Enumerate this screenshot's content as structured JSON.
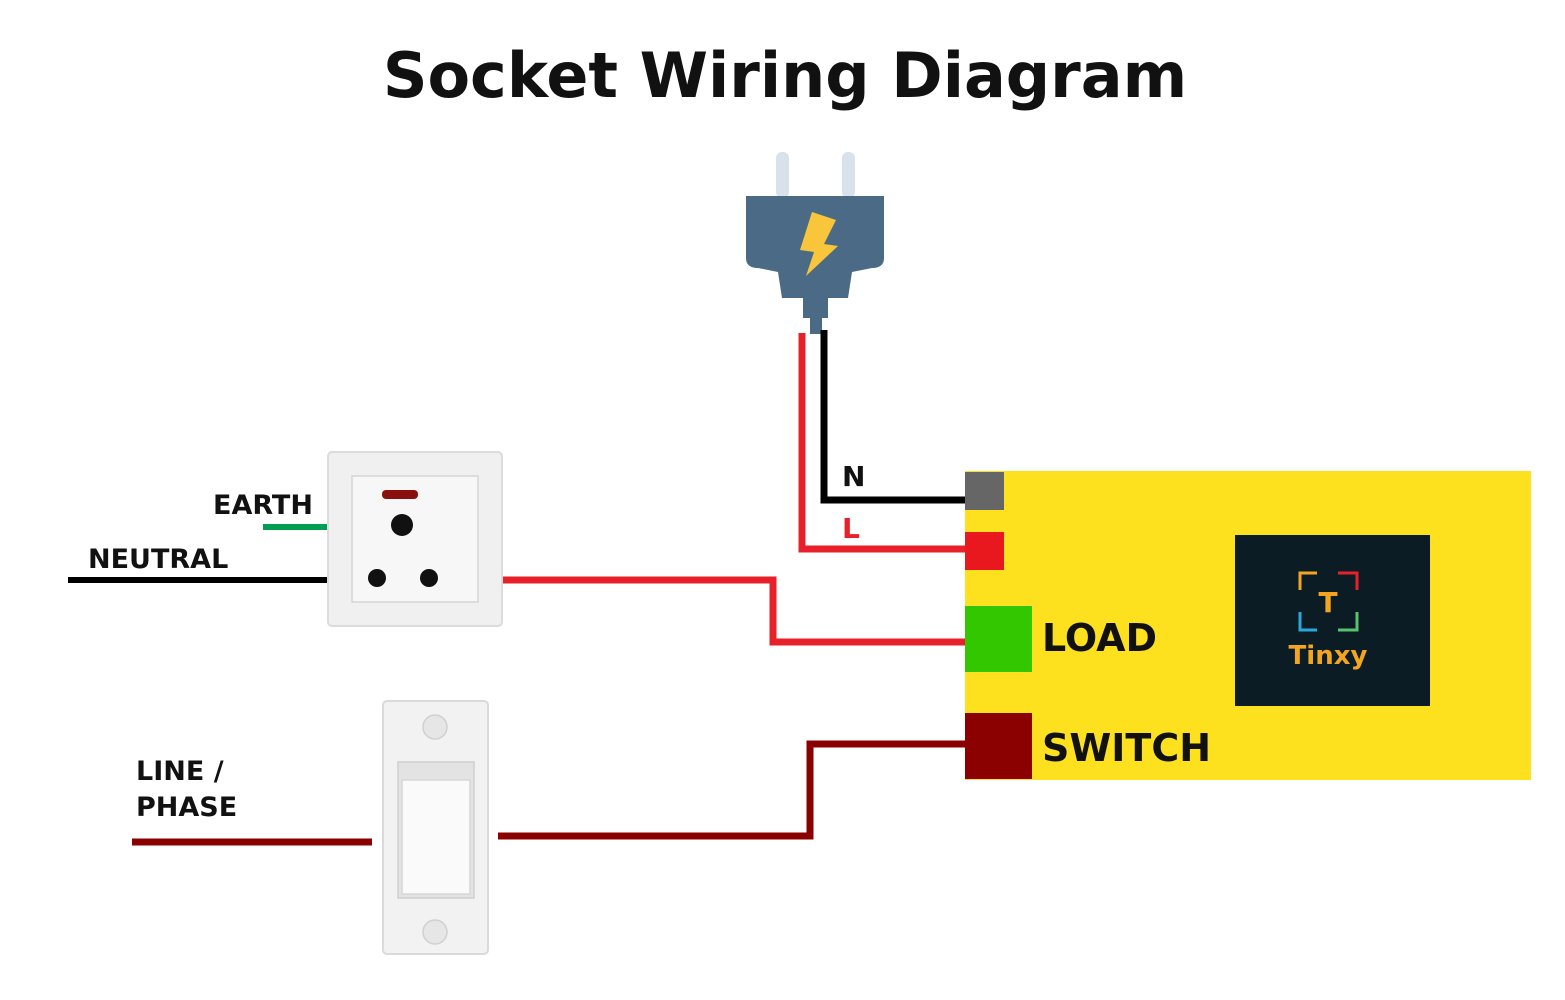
{
  "title": "Socket Wiring Diagram",
  "socket_labels": {
    "earth": "EARTH",
    "neutral": "NEUTRAL"
  },
  "switch_labels": {
    "line_1": "LINE /",
    "line_2": "PHASE"
  },
  "plug_labels": {
    "neutral": "N",
    "live": "L"
  },
  "module": {
    "load_label": "LOAD",
    "switch_label": "SWITCH",
    "logo_letter": "T",
    "logo_name": "Tinxy"
  },
  "colors": {
    "module_body": "#fde11e",
    "neutral_terminal": "#666666",
    "live_terminal": "#e8181e",
    "load_terminal": "#33c700",
    "switch_terminal": "#8b0000",
    "earth_wire": "#009e4f",
    "neutral_wire": "#000000",
    "live_wire": "#e8202a",
    "phase_wire": "#8b0000",
    "plug_body": "#4a6a85",
    "plug_bolt": "#f9c63b",
    "logo_bg": "#0b1c24"
  }
}
